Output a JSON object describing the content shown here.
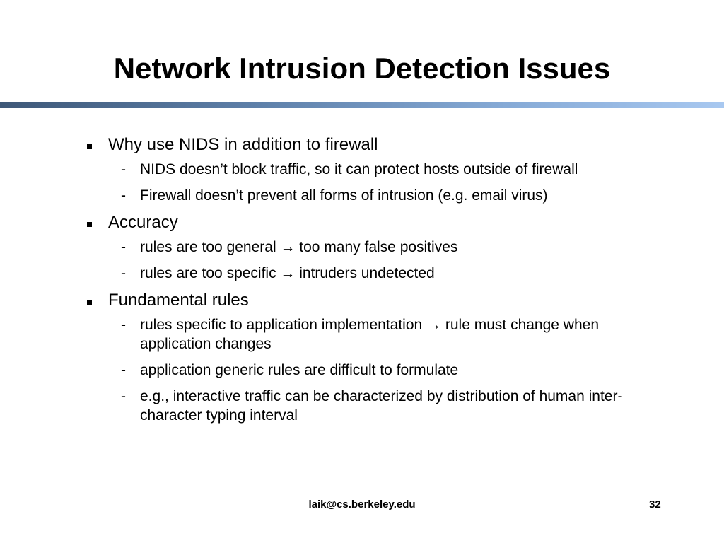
{
  "slide": {
    "title": "Network Intrusion Detection Issues",
    "bullets": [
      {
        "text": "Why use NIDS in addition to firewall",
        "subs": [
          "NIDS doesn’t block traffic, so it can protect hosts outside of firewall",
          "Firewall doesn’t prevent all forms of intrusion (e.g. email virus)"
        ]
      },
      {
        "text": "Accuracy",
        "subs": [
          "rules are too general → too many false positives",
          "rules are too specific → intruders undetected"
        ]
      },
      {
        "text": "Fundamental rules",
        "subs": [
          "rules specific to application implementation → rule must change when application changes",
          "application generic rules are difficult to formulate",
          "e.g., interactive traffic can be characterized by distribution of human inter-character typing interval"
        ]
      }
    ],
    "sub_marker": "-",
    "footer_email": "laik@cs.berkeley.edu",
    "page_number": "32"
  }
}
